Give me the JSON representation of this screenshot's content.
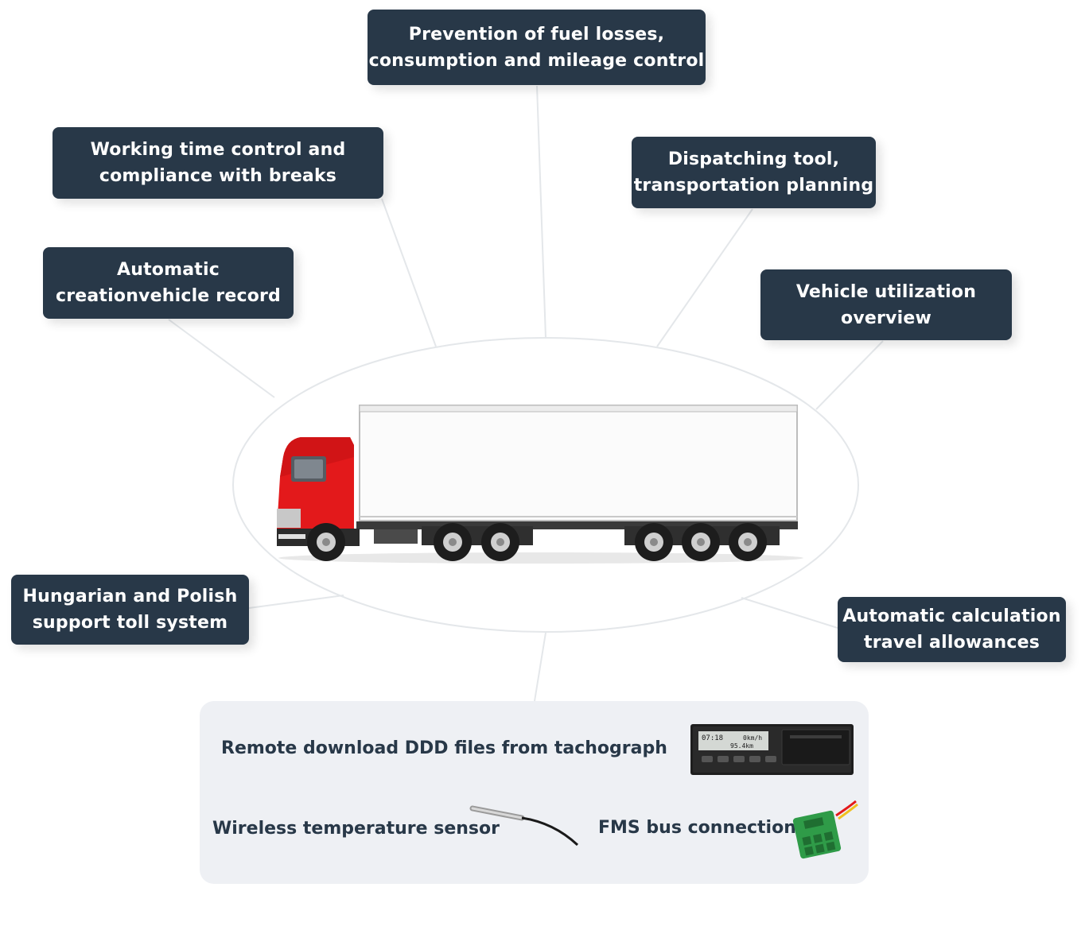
{
  "colors": {
    "box_bg": "#283848",
    "box_text": "#ffffff",
    "panel_bg": "#eef0f4",
    "connector": "#e4e7ea",
    "truck_cab": "#e3191b",
    "trailer": "#fafafa"
  },
  "features": [
    {
      "line1": "Prevention of fuel losses,",
      "line2": "consumption and mileage control"
    },
    {
      "line1": "Working time control and",
      "line2": "compliance with breaks"
    },
    {
      "line1": "Dispatching tool,",
      "line2": "transportation planning"
    },
    {
      "line1": "Automatic",
      "line2": "creationvehicle record"
    },
    {
      "line1": "Vehicle utilization",
      "line2": "overview"
    },
    {
      "line1": "Hungarian and Polish",
      "line2": "support toll system"
    },
    {
      "line1": "Automatic calculation",
      "line2": "travel allowances"
    }
  ],
  "addons": {
    "tachograph_label": "Remote download DDD files from tachograph",
    "temperature_label": "Wireless temperature sensor",
    "fms_label": "FMS bus connection",
    "tacho_display": {
      "time": "07:18",
      "speed": "0km/h",
      "distance": "95.4km"
    }
  },
  "icons": {
    "center": "truck-icon",
    "tachograph": "tachograph-icon",
    "temperature": "temperature-sensor-icon",
    "fms": "fms-connector-icon"
  }
}
